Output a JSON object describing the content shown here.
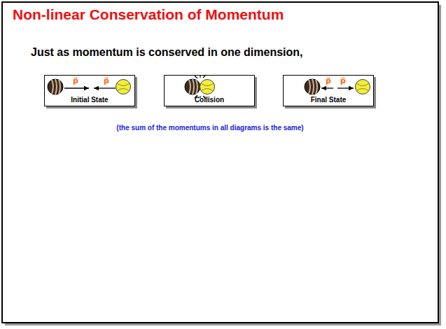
{
  "diagram": {
    "title": "Non-linear Conservation of Momentum",
    "caption": "(the sum of the momentums in all diagrams is the same)",
    "nodes": [
      {
        "text": [
          "Initial State"
        ]
      },
      {
        "text": [
          "Collision"
        ]
      },
      {
        "text": [
          "Final State"
        ]
      }
    ],
    "labels": [
      "Just as momentum is conserved in one dimension,",
      "p⃗",
      "p⃗",
      "p⃗",
      "p⃗"
    ]
  }
}
